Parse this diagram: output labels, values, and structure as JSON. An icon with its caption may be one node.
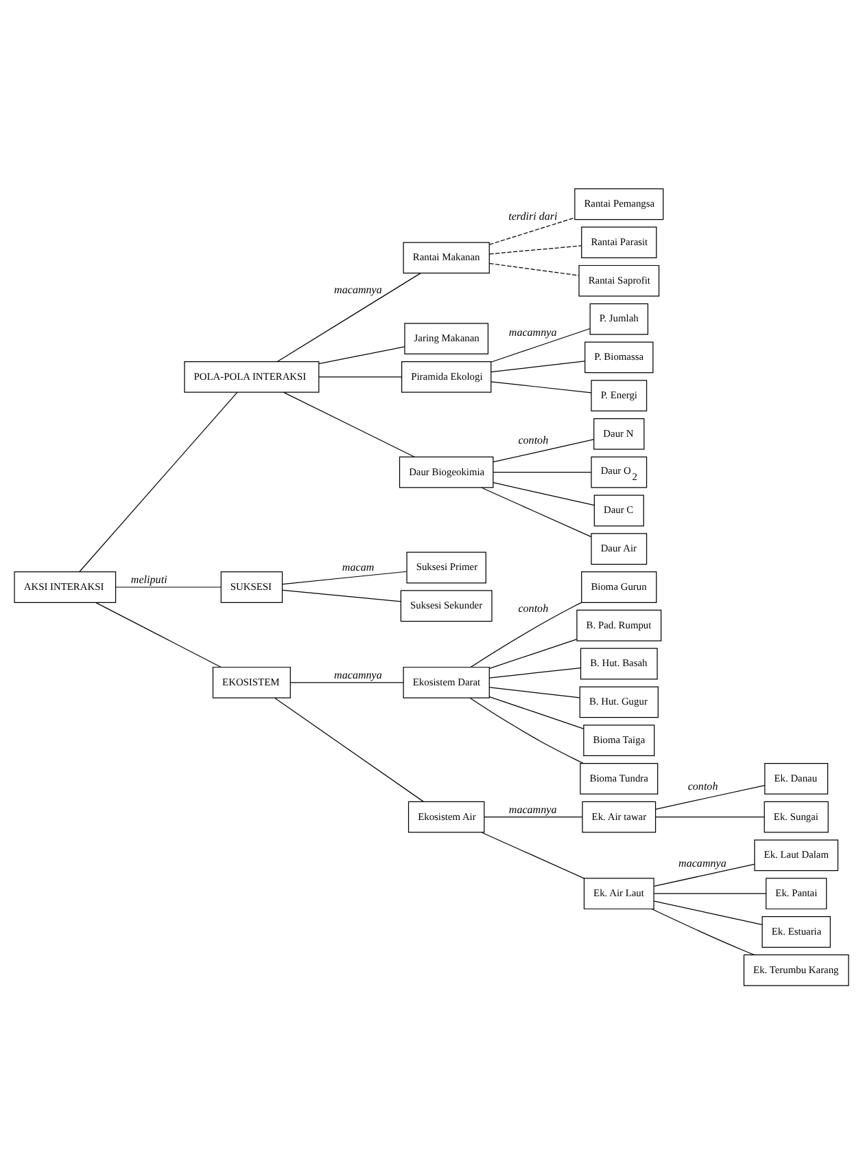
{
  "diagram": {
    "nodes": [
      {
        "text": [
          "AKSI INTERAKSI"
        ]
      },
      {
        "text": [
          "POLA-POLA INTERAKSI"
        ]
      },
      {
        "text": [
          "SUKSESI"
        ]
      },
      {
        "text": [
          "EKOSISTEM"
        ]
      },
      {
        "text": [
          "Rantai Makanan"
        ]
      },
      {
        "text": [
          "Jaring Makanan"
        ]
      },
      {
        "text": [
          "Suksesi Primer"
        ]
      },
      {
        "text": [
          "Suksesi Sekunder"
        ]
      },
      {
        "text": [
          "Ekosistem Darat"
        ]
      },
      {
        "text": [
          "Ekosistem Air"
        ]
      },
      {
        "text": [
          "Rantai Pemangsa"
        ]
      },
      {
        "text": [
          "Rantai Parasit"
        ]
      },
      {
        "text": [
          "Rantai Saprofit"
        ]
      },
      {
        "text": [
          "Bioma Gurun"
        ]
      },
      {
        "text": [
          "B. Pad. Rumput"
        ]
      },
      {
        "text": [
          "B. Hut. Basah"
        ]
      },
      {
        "text": [
          "B. Hut. Gugur"
        ]
      },
      {
        "text": [
          "Bioma Taiga"
        ]
      },
      {
        "text": [
          "Bioma Tundra"
        ]
      },
      {
        "text": [
          "Piramida Ekologi"
        ]
      },
      {
        "text": [
          "Daur Biogeokimia"
        ]
      },
      {
        "text": [
          "P. Jumlah"
        ]
      },
      {
        "text": [
          "P. Biomassa"
        ]
      },
      {
        "text": [
          "P. Energi"
        ]
      },
      {
        "text": [
          "Daur N"
        ]
      },
      {
        "text": [
          "Daur O$_{2}$"
        ]
      },
      {
        "text": [
          "Daur C"
        ]
      },
      {
        "text": [
          "Daur Air"
        ]
      },
      {
        "text": [
          "Ek. Air tawar"
        ]
      },
      {
        "text": [
          "Ek. Air Laut"
        ]
      },
      {
        "text": [
          "Ek. Danau"
        ]
      },
      {
        "text": [
          "Ek. Sungai"
        ]
      },
      {
        "text": [
          "Ek. Laut Dalam"
        ]
      },
      {
        "text": [
          "Ek. Pantai"
        ]
      },
      {
        "text": [
          "Ek. Estuaria"
        ]
      },
      {
        "text": [
          "Ek. Terumbu Karang"
        ]
      }
    ],
    "edges": [
      {
        "from": 0,
        "to": 1,
        "arrow": "none"
      },
      {
        "from": 0,
        "to": 2,
        "arrow": "none",
        "label": "meliputi"
      },
      {
        "from": 0,
        "to": 3,
        "arrow": "none"
      },
      {
        "from": 1,
        "to": 4,
        "arrow": "none",
        "label": "macamnya"
      },
      {
        "from": 1,
        "to": 5,
        "arrow": "none"
      },
      {
        "from": 2,
        "to": 6,
        "arrow": "none",
        "label": "macam"
      },
      {
        "from": 2,
        "to": 7,
        "arrow": "none"
      },
      {
        "from": 3,
        "to": 8,
        "arrow": "none",
        "label": "macamnya"
      },
      {
        "from": 3,
        "to": 9,
        "arrow": "none"
      },
      {
        "from": 4,
        "to": 10,
        "arrow": "none",
        "style": "dashed",
        "label": "terdiri dari"
      },
      {
        "from": 4,
        "to": 11,
        "arrow": "none",
        "style": "dashed"
      },
      {
        "from": 4,
        "to": 12,
        "arrow": "none",
        "style": "dashed"
      },
      {
        "from": 8,
        "to": 13,
        "arrow": "none",
        "label": "contoh"
      },
      {
        "from": 8,
        "to": 14,
        "arrow": "none"
      },
      {
        "from": 8,
        "to": 15,
        "arrow": "none"
      },
      {
        "from": 8,
        "to": 16,
        "arrow": "none"
      },
      {
        "from": 8,
        "to": 17,
        "arrow": "none"
      },
      {
        "from": 8,
        "to": 18,
        "arrow": "none"
      },
      {
        "from": 1,
        "to": 19,
        "arrow": "none"
      },
      {
        "from": 1,
        "to": 20,
        "arrow": "none"
      },
      {
        "from": 19,
        "to": 21,
        "arrow": "none",
        "label": "macamnya"
      },
      {
        "from": 19,
        "to": 22,
        "arrow": "none"
      },
      {
        "from": 19,
        "to": 23,
        "arrow": "none"
      },
      {
        "from": 20,
        "to": 24,
        "arrow": "none",
        "label": "contoh"
      },
      {
        "from": 20,
        "to": 25,
        "arrow": "none"
      },
      {
        "from": 20,
        "to": 26,
        "arrow": "none"
      },
      {
        "from": 20,
        "to": 27,
        "arrow": "none"
      },
      {
        "from": 9,
        "to": 28,
        "arrow": "none",
        "label": "macamnya"
      },
      {
        "from": 9,
        "to": 29,
        "arrow": "none"
      },
      {
        "from": 28,
        "to": 30,
        "arrow": "none",
        "label": "contoh"
      },
      {
        "from": 28,
        "to": 31,
        "arrow": "none"
      },
      {
        "from": 29,
        "to": 32,
        "arrow": "none",
        "label": "macamnya"
      },
      {
        "from": 29,
        "to": 33,
        "arrow": "none"
      },
      {
        "from": 29,
        "to": 34,
        "arrow": "none"
      },
      {
        "from": 29,
        "to": 35,
        "arrow": "none"
      }
    ]
  }
}
